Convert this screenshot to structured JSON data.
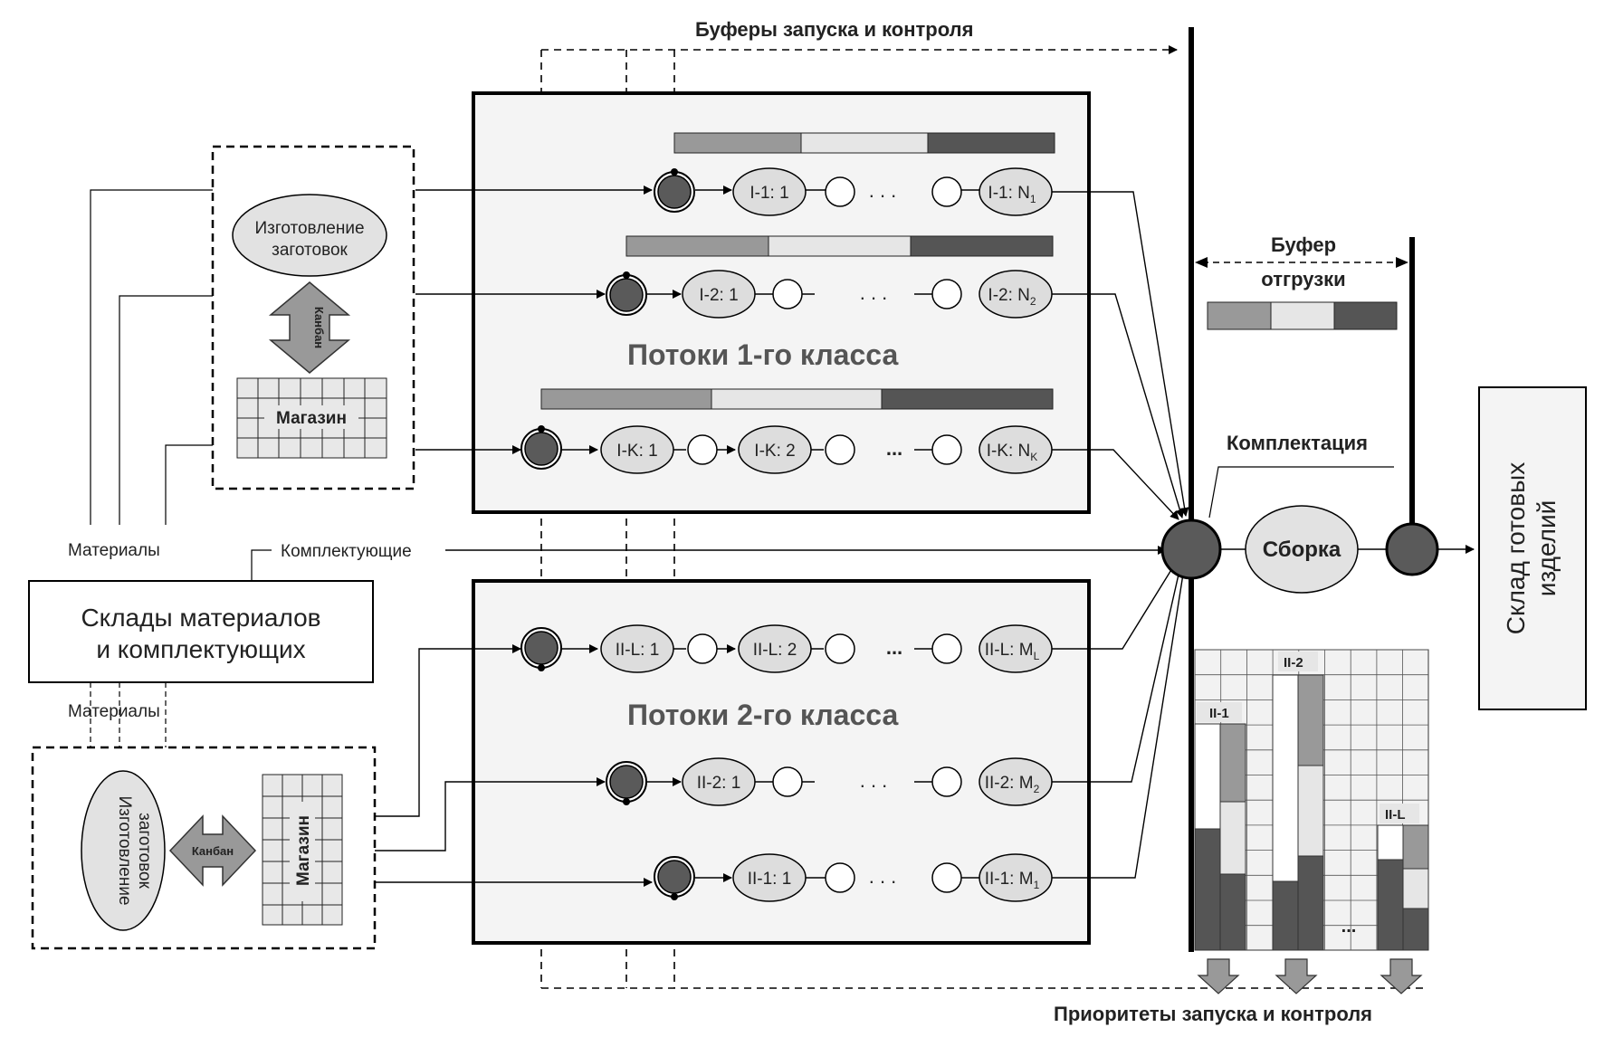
{
  "top_label": "Буферы запуска и контроля",
  "bottom_label": "Приоритеты запуска и контроля",
  "shipping_buffer": {
    "line1": "Буфер",
    "line2": "отгрузки"
  },
  "kitting_label": "Комплектация",
  "assembly_label": "Сборка",
  "warehouse_finished": {
    "line1": "Склад готовых",
    "line2": "изделий"
  },
  "warehouse_materials": {
    "line1": "Склады материалов",
    "line2": "и комплектующих"
  },
  "materials_top": "Материалы",
  "materials_bottom": "Материалы",
  "components_label": "Комплектующие",
  "upper_shop": {
    "blanks_line1": "Изготовление",
    "blanks_line2": "заготовок",
    "kanban": "Канбан",
    "store": "Магазин"
  },
  "lower_shop": {
    "blanks_line1": "Изготовление",
    "blanks_line2": "заготовок",
    "kanban": "Канбан",
    "store": "Магазин"
  },
  "class1_title": "Потоки 1-го класса",
  "class2_title": "Потоки 2-го класса",
  "flows_class1": [
    {
      "first": "I-1: 1",
      "last": "I-1: N",
      "last_sub": "1",
      "dots": ". . ."
    },
    {
      "first": "I-2: 1",
      "last": "I-2: N",
      "last_sub": "2",
      "dots": ". . ."
    },
    {
      "first": "I-K: 1",
      "second": "I-K: 2",
      "last": "I-K: N",
      "last_sub": "K",
      "dots": "..."
    }
  ],
  "flows_class2": [
    {
      "first": "II-L: 1",
      "second": "II-L: 2",
      "last": "II-L: M",
      "last_sub": "L",
      "dots": "..."
    },
    {
      "first": "II-2: 1",
      "last": "II-2: M",
      "last_sub": "2",
      "dots": ". . ."
    },
    {
      "first": "II-1: 1",
      "last": "II-1: M",
      "last_sub": "1",
      "dots": ". . ."
    }
  ],
  "priority_chart": {
    "labels": [
      "II-1",
      "II-2",
      "II-L"
    ],
    "dots": "..."
  },
  "colors": {
    "light": "#e6e6e6",
    "mid": "#999999",
    "dark": "#555555",
    "node": "#5a5a5a",
    "panel": "#f4f4f4"
  }
}
